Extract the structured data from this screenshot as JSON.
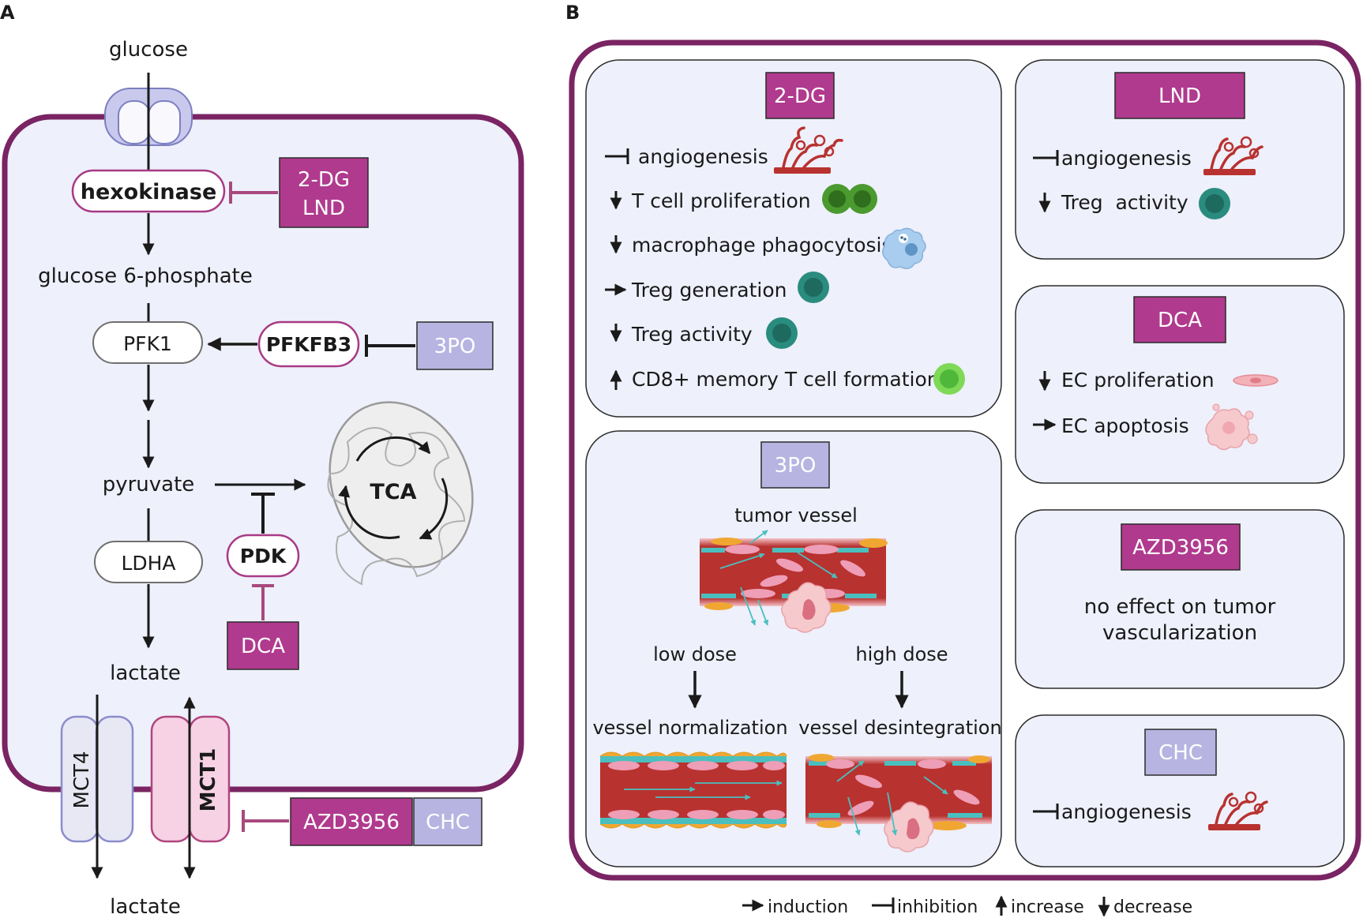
{
  "colors": {
    "cell_border": "#7a2463",
    "cell_fill": "#eef0fb",
    "panel_fill": "#eef0fb",
    "magenta_box": "#b03a8e",
    "lavender_box": "#b7b4e2",
    "enzyme_border": "#a83a85",
    "inhibit_line": "#a8497f",
    "text": "#1a1a1a",
    "vessel_red": "#b83230",
    "endothelial_pink": "#ee9eb6",
    "pericyte_orange": "#f0a732",
    "teal": "#4bbfbf",
    "treg_teal": "#2a8c7e",
    "t_cell_green": "#4a9a2f",
    "cd8_green": "#7ed957"
  },
  "panel_a": {
    "label": "A",
    "glucose": "glucose",
    "hexokinase": "hexokinase",
    "drug_2dg_lnd_line1": "2-DG",
    "drug_2dg_lnd_line2": "LND",
    "g6p": "glucose 6-phosphate",
    "pfk1": "PFK1",
    "pfkfb3": "PFKFB3",
    "drug_3po": "3PO",
    "pyruvate": "pyruvate",
    "tca": "TCA",
    "pdk": "PDK",
    "drug_dca": "DCA",
    "ldha": "LDHA",
    "lactate_in": "lactate",
    "mct4": "MCT4",
    "mct1": "MCT1",
    "drug_azd": "AZD3956",
    "drug_chc": "CHC",
    "lactate_out": "lactate"
  },
  "panel_b": {
    "label": "B",
    "box_2dg": {
      "title": "2-DG",
      "effects": [
        {
          "symbol": "inhibition",
          "text": "angiogenesis",
          "icon": "vessel-branch-icon"
        },
        {
          "symbol": "decrease",
          "text": "T cell proliferation",
          "icon": "dividing-t-cell-icon"
        },
        {
          "symbol": "decrease",
          "text": "macrophage phagocytosis",
          "icon": "macrophage-icon"
        },
        {
          "symbol": "induction",
          "text": "Treg generation",
          "icon": "treg-cell-icon"
        },
        {
          "symbol": "decrease",
          "text": "Treg activity",
          "icon": "treg-cell-icon"
        },
        {
          "symbol": "increase",
          "text": "CD8+ memory T cell formation",
          "icon": "cd8-t-cell-icon"
        }
      ]
    },
    "box_lnd": {
      "title": "LND",
      "effects": [
        {
          "symbol": "inhibition",
          "text": "angiogenesis",
          "icon": "vessel-branch-icon"
        },
        {
          "symbol": "decrease",
          "text": "Treg  activity",
          "icon": "treg-cell-icon"
        }
      ]
    },
    "box_dca": {
      "title": "DCA",
      "effects": [
        {
          "symbol": "decrease",
          "text": "EC proliferation",
          "icon": "endothelial-cell-icon"
        },
        {
          "symbol": "induction",
          "text": "EC apoptosis",
          "icon": "apoptotic-cell-icon"
        }
      ]
    },
    "box_3po": {
      "title": "3PO",
      "tumor_vessel": "tumor vessel",
      "low_dose": "low dose",
      "high_dose": "high dose",
      "vessel_normalization": "vessel normalization",
      "vessel_desintegration": "vessel desintegration"
    },
    "box_azd": {
      "title": "AZD3956",
      "line1": "no effect on tumor",
      "line2": "vascularization"
    },
    "box_chc": {
      "title": "CHC",
      "effects": [
        {
          "symbol": "inhibition",
          "text": "angiogenesis",
          "icon": "vessel-branch-icon"
        }
      ]
    }
  },
  "legend": {
    "induction": "induction",
    "inhibition": "inhibition",
    "increase": "increase",
    "decrease": "decrease"
  }
}
